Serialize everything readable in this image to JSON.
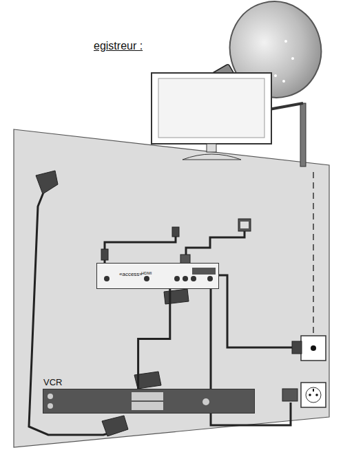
{
  "diagram": {
    "nodes": [
      {
        "text": [
          "«access»"
        ]
      },
      {
        "text": [
          "VCR"
        ]
      }
    ],
    "edges": [
      {
        "from": 0,
        "to": 1,
        "arrow": "none"
      }
    ],
    "labels": [
      "egistreur :",
      "HDMI"
    ]
  }
}
